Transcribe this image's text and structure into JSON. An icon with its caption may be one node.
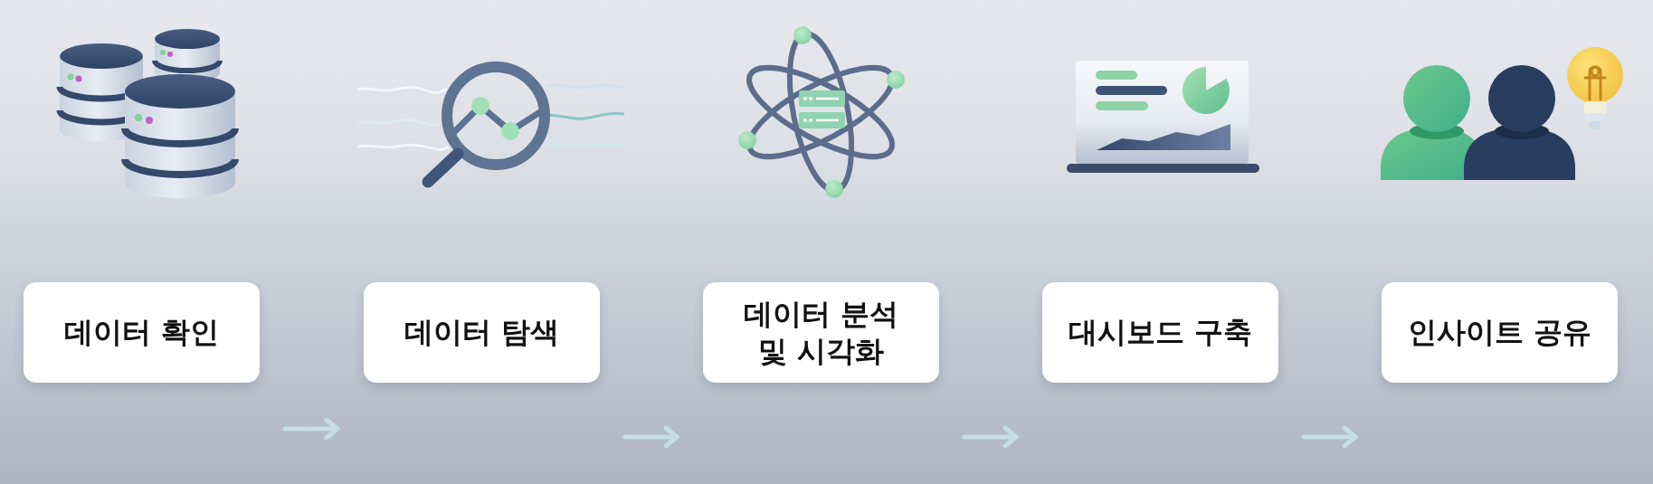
{
  "diagram": {
    "nodes": [
      {
        "text": [
          "데이터 확인"
        ]
      },
      {
        "text": [
          "데이터 탐색"
        ]
      },
      {
        "text": [
          "데이터 분석 및 시각화"
        ]
      },
      {
        "text": [
          "대시보드 구축"
        ]
      },
      {
        "text": [
          "인사이트 공유"
        ]
      }
    ],
    "edges": [
      {
        "from": 0,
        "to": 1,
        "arrow": "to"
      },
      {
        "from": 1,
        "to": 2,
        "arrow": "to"
      },
      {
        "from": 2,
        "to": 3,
        "arrow": "to"
      },
      {
        "from": 3,
        "to": 4,
        "arrow": "to"
      }
    ]
  }
}
